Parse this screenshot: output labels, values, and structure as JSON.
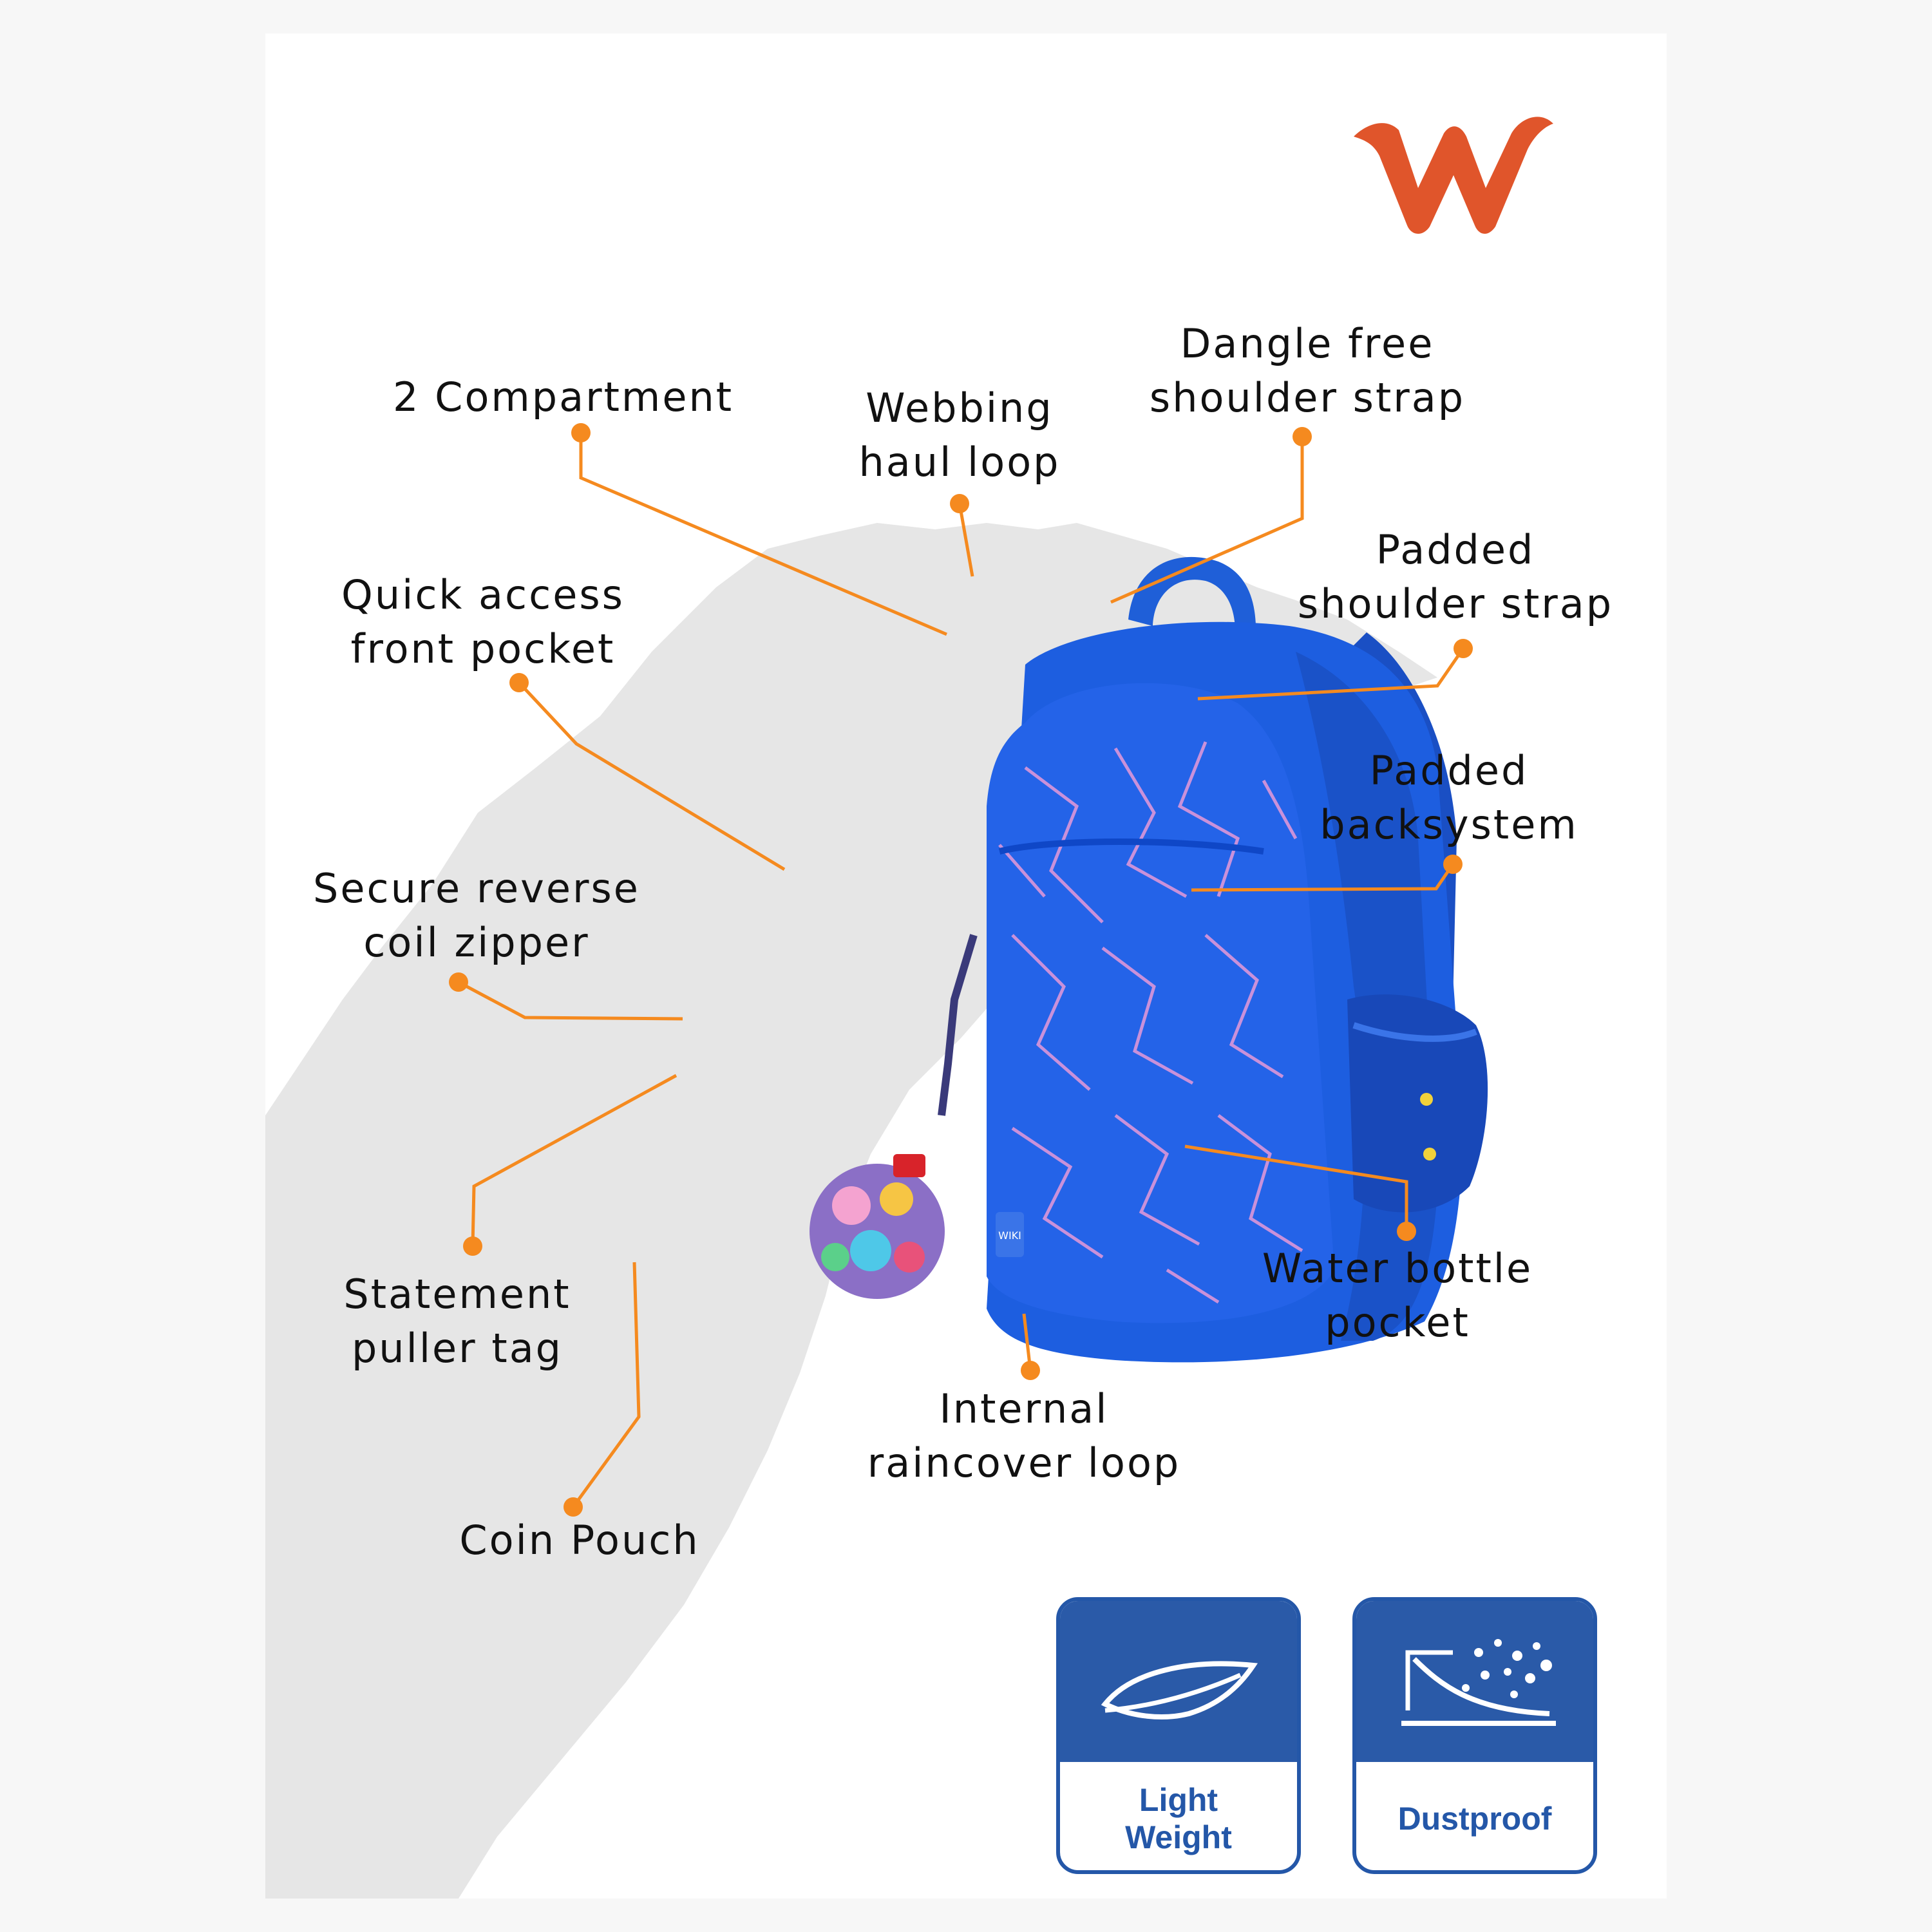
{
  "brand": {
    "logo_letter": "W",
    "logo_color": "#e0552b",
    "bag_tag_text": "WIKI"
  },
  "callouts": {
    "two_compartment": [
      "2 Compartment"
    ],
    "webbing_haul_loop": [
      "Webbing",
      "haul loop"
    ],
    "dangle_free_strap": [
      "Dangle free",
      "shoulder strap"
    ],
    "padded_shoulder_strap": [
      "Padded",
      "shoulder strap"
    ],
    "quick_access_pocket": [
      "Quick access",
      "front pocket"
    ],
    "padded_backsystem": [
      "Padded",
      "backsystem"
    ],
    "reverse_coil_zipper": [
      "Secure reverse",
      "coil zipper"
    ],
    "statement_puller_tag": [
      "Statement",
      "puller tag"
    ],
    "water_bottle_pocket": [
      "Water bottle",
      "pocket"
    ],
    "internal_raincover_loop": [
      "Internal",
      "raincover loop"
    ],
    "coin_pouch": [
      "Coin Pouch"
    ]
  },
  "badges": {
    "light_weight": {
      "lines": [
        "Light",
        "Weight"
      ],
      "icon": "feather-icon"
    },
    "dustproof": {
      "lines": [
        "Dustproof"
      ],
      "icon": "dust-shield-icon"
    }
  },
  "colors": {
    "accent_orange": "#f58a1f",
    "bag_blue": "#1f5fd8",
    "badge_blue": "#2457a8",
    "silhouette_gray": "#e6e6e6"
  }
}
